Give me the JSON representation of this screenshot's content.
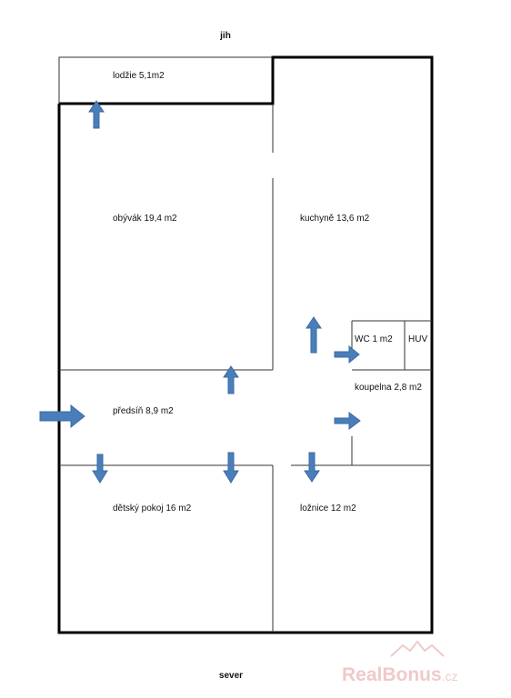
{
  "orientation": {
    "top": "jih",
    "bottom": "sever"
  },
  "rooms": {
    "lodzie": "lodžie  5,1m2",
    "obyvak": "obývák  19,4 m2",
    "kuchyne": "kuchyně 13,6 m2",
    "wc": "WC 1 m2",
    "huv": "HUV",
    "predsin": "předsíň 8,9 m2",
    "koupelna": "koupelna 2,8 m2",
    "detsky": "dětský pokoj 16 m2",
    "loznice": "ložnice 12 m2"
  },
  "watermark": {
    "brand_real": "Real",
    "brand_bonus": "Bonus",
    "tld": ".cz"
  },
  "colors": {
    "arrow": "#4a7ebb",
    "arrow_stroke": "#3a6aa3",
    "wall": "#000000",
    "watermark": "#f0c9c9"
  }
}
